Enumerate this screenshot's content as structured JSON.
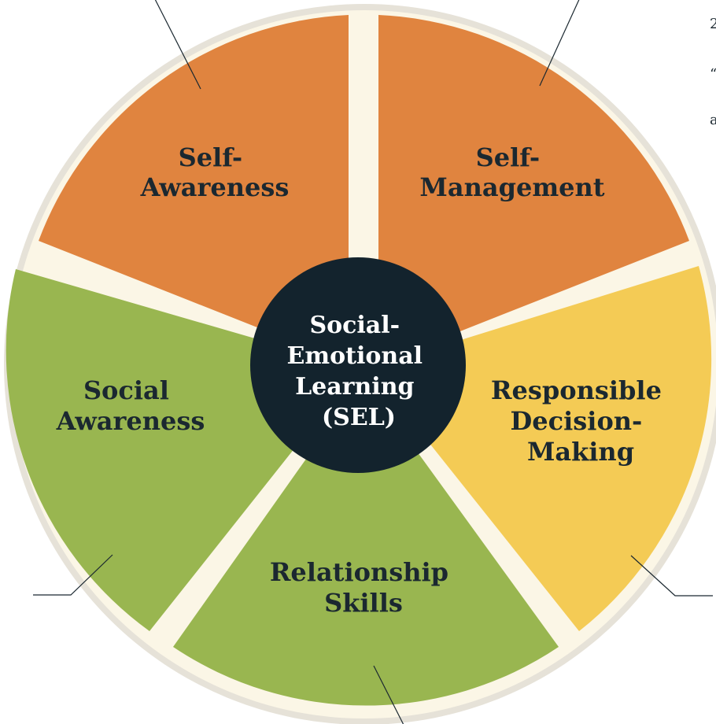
{
  "center": {
    "lines": [
      "Social-",
      "Emotional",
      "Learning",
      "(SEL)"
    ]
  },
  "segments": [
    {
      "id": "self-awareness",
      "lines": [
        "Self-",
        "Awareness"
      ]
    },
    {
      "id": "self-management",
      "lines": [
        "Self-",
        "Management"
      ]
    },
    {
      "id": "responsible-decision-making",
      "lines": [
        "Responsible",
        "Decision-",
        "Making"
      ]
    },
    {
      "id": "relationship-skills",
      "lines": [
        "Relationship",
        "Skills"
      ]
    },
    {
      "id": "social-awareness",
      "lines": [
        "Social",
        "Awareness"
      ]
    }
  ],
  "colors": {
    "orange": "#e0843f",
    "yellow": "#f4cb55",
    "green": "#99b650",
    "cream": "#fbf6e6",
    "ring": "#e6e2d8",
    "center": "#13232d",
    "text_dark": "#1b2830"
  },
  "side_marks": [
    "2",
    "“",
    "a"
  ]
}
